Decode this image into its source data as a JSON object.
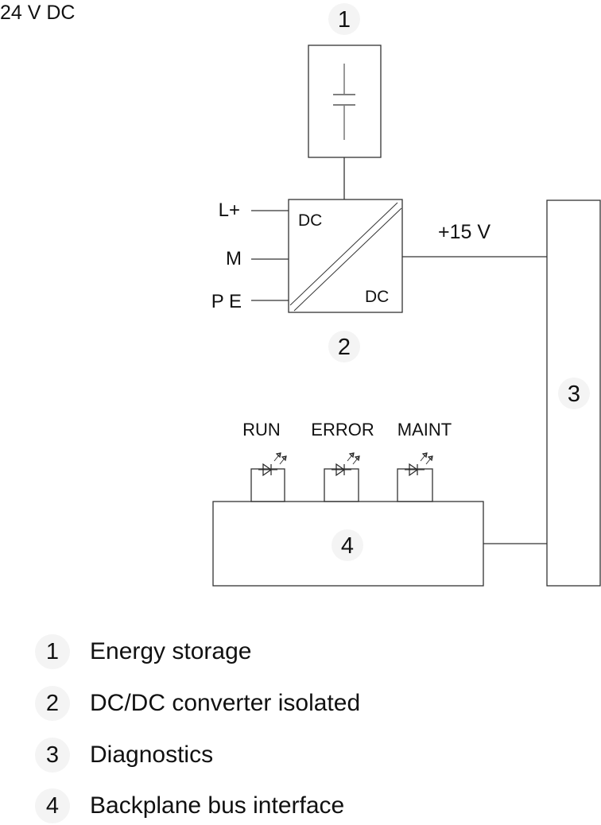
{
  "supply_label": "24 V DC",
  "components": {
    "energy_storage_num": "1",
    "converter_num": "2",
    "diagnostics_num": "3",
    "backplane_num": "4",
    "converter_input_label": "DC",
    "converter_output_label": "DC"
  },
  "terminals": [
    "L+",
    "M",
    "P E"
  ],
  "voltage_label": "+15 V",
  "leds": [
    "RUN",
    "ERROR",
    "MAINT"
  ],
  "legend": [
    {
      "num": "1",
      "label": "Energy storage"
    },
    {
      "num": "2",
      "label": "DC/DC converter isolated"
    },
    {
      "num": "3",
      "label": "Diagnostics"
    },
    {
      "num": "4",
      "label": "Backplane bus interface"
    }
  ]
}
